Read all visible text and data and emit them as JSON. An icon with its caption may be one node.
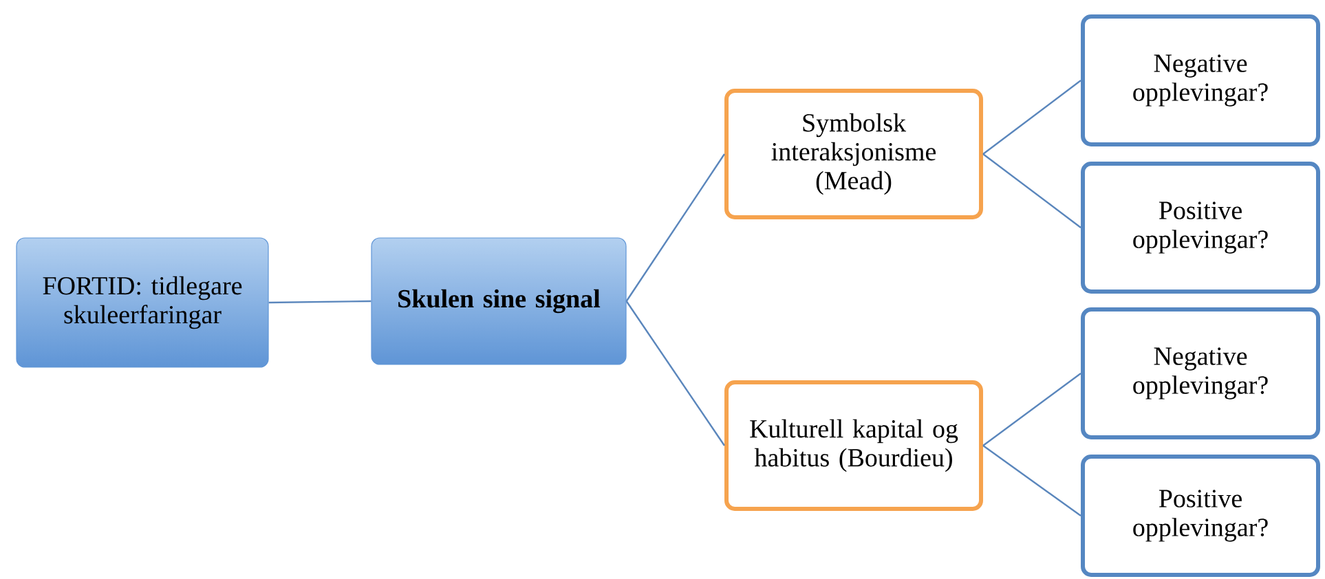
{
  "diagram": {
    "nodes": [
      {
        "text": [
          "FORTID: tidlegare skuleerfaringar"
        ]
      },
      {
        "text": [
          "Skulen sine signal"
        ]
      },
      {
        "text": [
          "Symbolsk interaksjonisme (Mead)"
        ]
      },
      {
        "text": [
          "Kulturell kapital og habitus (Bourdieu)"
        ]
      },
      {
        "text": [
          "Negative opplevingar?"
        ]
      },
      {
        "text": [
          "Positive opplevingar?"
        ]
      },
      {
        "text": [
          "Negative opplevingar?"
        ]
      },
      {
        "text": [
          "Positive opplevingar?"
        ]
      }
    ],
    "edges": [
      {
        "from": 0,
        "to": 1,
        "arrow": "none"
      },
      {
        "from": 1,
        "to": 2,
        "arrow": "none"
      },
      {
        "from": 1,
        "to": 3,
        "arrow": "none"
      },
      {
        "from": 2,
        "to": 4,
        "arrow": "none"
      },
      {
        "from": 2,
        "to": 5,
        "arrow": "none"
      },
      {
        "from": 3,
        "to": 6,
        "arrow": "none"
      },
      {
        "from": 3,
        "to": 7,
        "arrow": "none"
      }
    ]
  }
}
